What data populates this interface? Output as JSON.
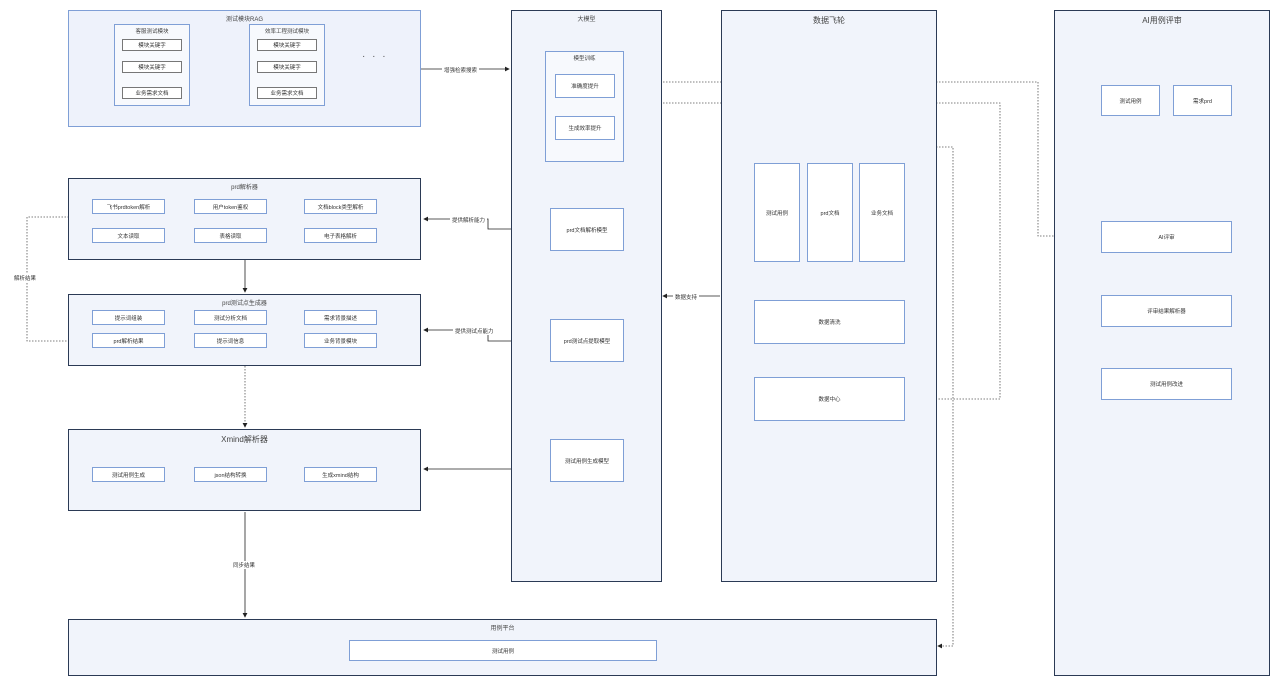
{
  "rag": {
    "title": "测试模块RAG",
    "group1": {
      "title": "客服测试模块",
      "items": [
        "模块关键字",
        "模块关键字",
        "业务需求文档"
      ]
    },
    "group2": {
      "title": "效率工程测试模块",
      "items": [
        "模块关键字",
        "模块关键字",
        "业务需求文档"
      ]
    },
    "ellipsis": "· · ·"
  },
  "llm": {
    "title": "大模型",
    "training": {
      "title": "模型训练",
      "items": [
        "准确度提升",
        "生成效率提升"
      ]
    },
    "prd_parse_model": "prd文档解析模型",
    "prd_point_model": "prd测试点提取模型",
    "case_gen_model": "测试用例生成模型"
  },
  "prd_parser": {
    "title": "prd解析器",
    "items": [
      "飞书prdtoken解析",
      "用户token鉴权",
      "文档block类型解析",
      "文本读取",
      "表格读取",
      "电子表格解析"
    ]
  },
  "point_gen": {
    "title": "prd测试点生成器",
    "items": [
      "提示词组装",
      "测试分析文档",
      "需求背景描述",
      "prd解析结果",
      "提示词信息",
      "业务背景模块"
    ]
  },
  "xmind": {
    "title": "Xmind解析器",
    "items": [
      "测试用例生成",
      "json结构转换",
      "生成xmind结构"
    ]
  },
  "case_platform": {
    "title": "用例平台",
    "item": "测试用例"
  },
  "data_fly": {
    "title": "数据飞轮",
    "sources": [
      "测试用例",
      "prd文档",
      "业务文档"
    ],
    "clean": "数据清洗",
    "center": "数据中心"
  },
  "ai_review": {
    "title": "AI用例评审",
    "inputs": [
      "测试用例",
      "需求prd"
    ],
    "review": "AI评审",
    "parser": "评审结果解析器",
    "optimize": "测试用例改进"
  },
  "edge_labels": {
    "rag_search": "增强检索搜索",
    "parse_ability": "提供解析能力",
    "point_ability": "提供测试点能力",
    "data_support": "数据支持",
    "parse_result": "解析结果",
    "sync_result": "同步结果"
  }
}
